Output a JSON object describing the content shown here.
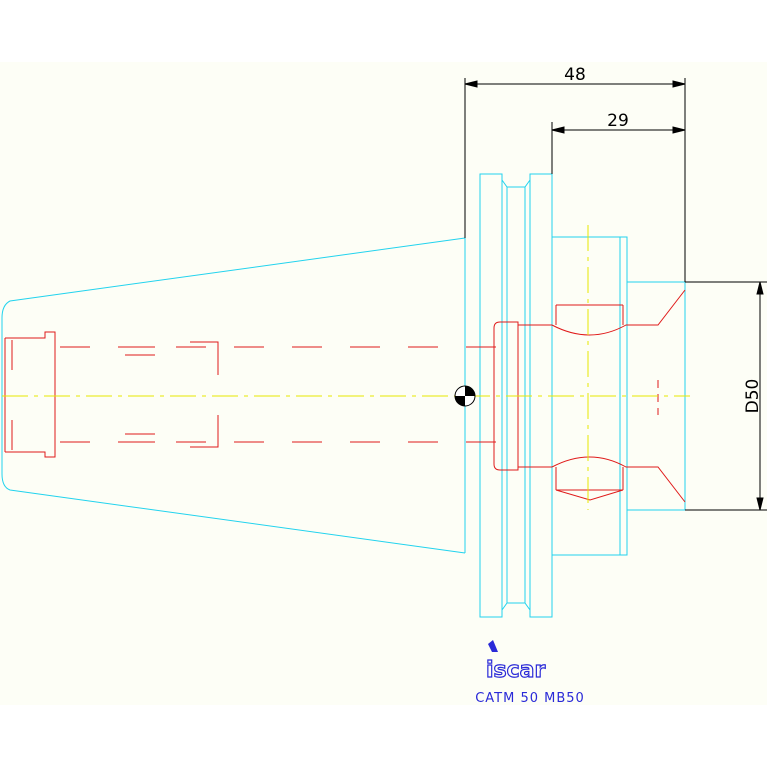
{
  "dimensions": {
    "overall_length": "48",
    "flange_offset": "29",
    "diameter": "D50"
  },
  "brand": "iscar",
  "caption": "CATM 50 MB50",
  "colors": {
    "outline": "#22d3ee",
    "hidden": "#e01a1a",
    "centerline": "#e8e800",
    "dimension": "#000000",
    "brand": "#2a2ad8",
    "background": "#fdfef6"
  }
}
